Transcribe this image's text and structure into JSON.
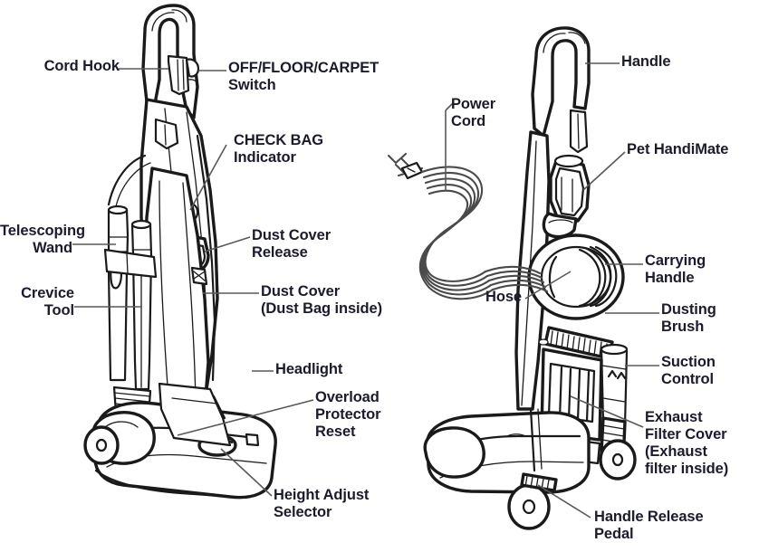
{
  "diagram": {
    "title": "Upright Vacuum Cleaner Parts Diagram",
    "views": [
      {
        "name": "front-view",
        "description": "Front angled view of upright vacuum cleaner"
      },
      {
        "name": "rear-view",
        "description": "Rear angled view of upright vacuum cleaner with power cord"
      }
    ]
  },
  "labels": {
    "left_view": [
      {
        "id": "cord-hook",
        "text": "Cord Hook",
        "align": "right"
      },
      {
        "id": "off-floor-carpet-switch",
        "text": "OFF/FLOOR/CARPET\nSwitch",
        "align": "left"
      },
      {
        "id": "check-bag-indicator",
        "text": "CHECK BAG\nIndicator",
        "align": "left"
      },
      {
        "id": "telescoping-wand",
        "text": "Telescoping\nWand",
        "align": "left"
      },
      {
        "id": "dust-cover-release",
        "text": "Dust Cover\nRelease",
        "align": "left"
      },
      {
        "id": "crevice-tool",
        "text": "Crevice\nTool",
        "align": "left"
      },
      {
        "id": "dust-cover",
        "text": "Dust Cover\n(Dust Bag inside)",
        "align": "left"
      },
      {
        "id": "headlight",
        "text": "Headlight",
        "align": "left"
      },
      {
        "id": "overload-protector-reset",
        "text": "Overload\nProtector\nReset",
        "align": "left"
      },
      {
        "id": "height-adjust-selector",
        "text": "Height Adjust\nSelector",
        "align": "left"
      }
    ],
    "right_view": [
      {
        "id": "power-cord",
        "text": "Power\nCord",
        "align": "left"
      },
      {
        "id": "handle",
        "text": "Handle",
        "align": "left"
      },
      {
        "id": "pet-handimate",
        "text": "Pet HandiMate",
        "align": "left"
      },
      {
        "id": "hose",
        "text": "Hose",
        "align": "right"
      },
      {
        "id": "carrying-handle",
        "text": "Carrying\nHandle",
        "align": "left"
      },
      {
        "id": "dusting-brush",
        "text": "Dusting\nBrush",
        "align": "left"
      },
      {
        "id": "suction-control",
        "text": "Suction\nControl",
        "align": "left"
      },
      {
        "id": "exhaust-filter-cover",
        "text": "Exhaust\nFilter Cover\n(Exhaust\nfilter inside)",
        "align": "left"
      },
      {
        "id": "handle-release-pedal",
        "text": "Handle Release\nPedal",
        "align": "left"
      }
    ]
  },
  "colors": {
    "text": "#1a1b2e",
    "leader_line": "#58585b",
    "outline": "#1a1a1a",
    "background": "#ffffff",
    "cord": "#4a4a4a"
  }
}
